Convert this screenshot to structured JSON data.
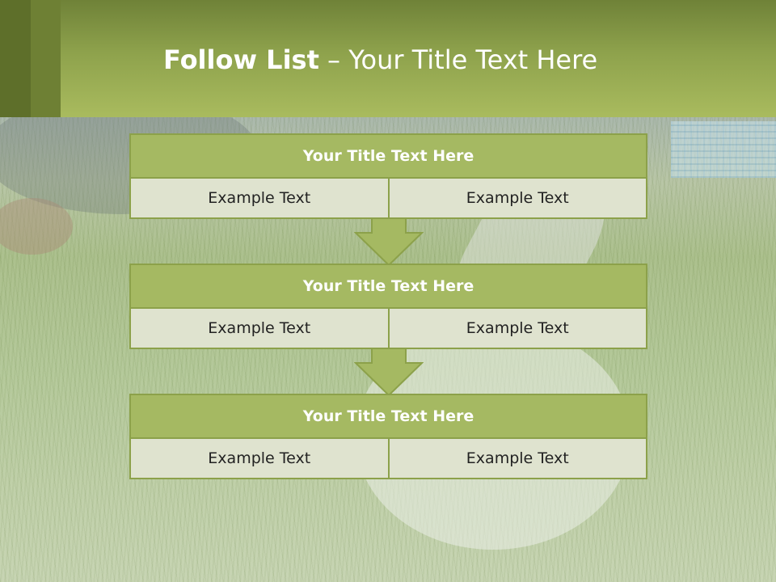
{
  "title": {
    "bold": "Follow List",
    "separator": " – ",
    "rest": "Your Title Text Here"
  },
  "blocks": [
    {
      "title": "Your Title Text Here",
      "left_text": "Example Text",
      "right_text": "Example Text"
    },
    {
      "title": "Your Title Text Here",
      "left_text": "Example Text",
      "right_text": "Example Text"
    },
    {
      "title": "Your Title Text Here",
      "left_text": "Example Text",
      "right_text": "Example Text"
    }
  ],
  "colors": {
    "header": "#a9bb5e",
    "box_title": "#a5b962",
    "box_cell": "#dfe3cf",
    "border": "#8ca14a"
  }
}
